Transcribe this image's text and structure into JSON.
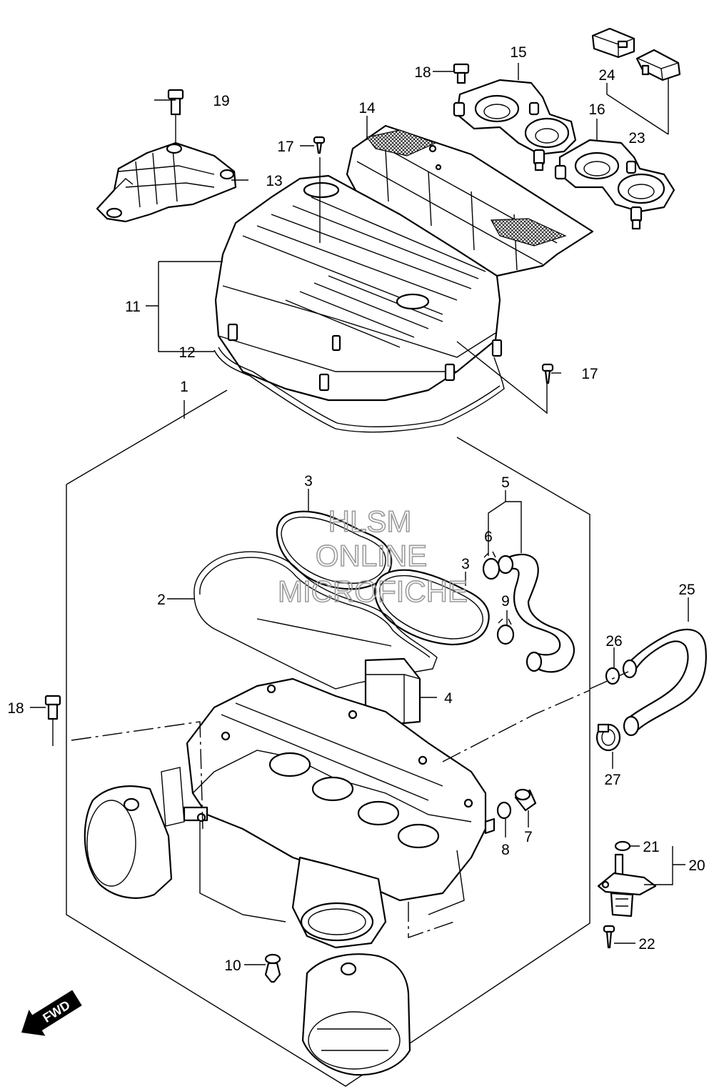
{
  "watermark": {
    "line1": "HLSM",
    "line2": "ONLINE",
    "line3": "MICROFICHE"
  },
  "fwd_badge": "FWD",
  "callouts": [
    "1",
    "2",
    "3",
    "3",
    "4",
    "5",
    "6",
    "7",
    "8",
    "9",
    "10",
    "11",
    "12",
    "13",
    "14",
    "15",
    "16",
    "17",
    "17",
    "18",
    "18",
    "19",
    "20",
    "21",
    "22",
    "23",
    "24",
    "25",
    "26",
    "27"
  ]
}
